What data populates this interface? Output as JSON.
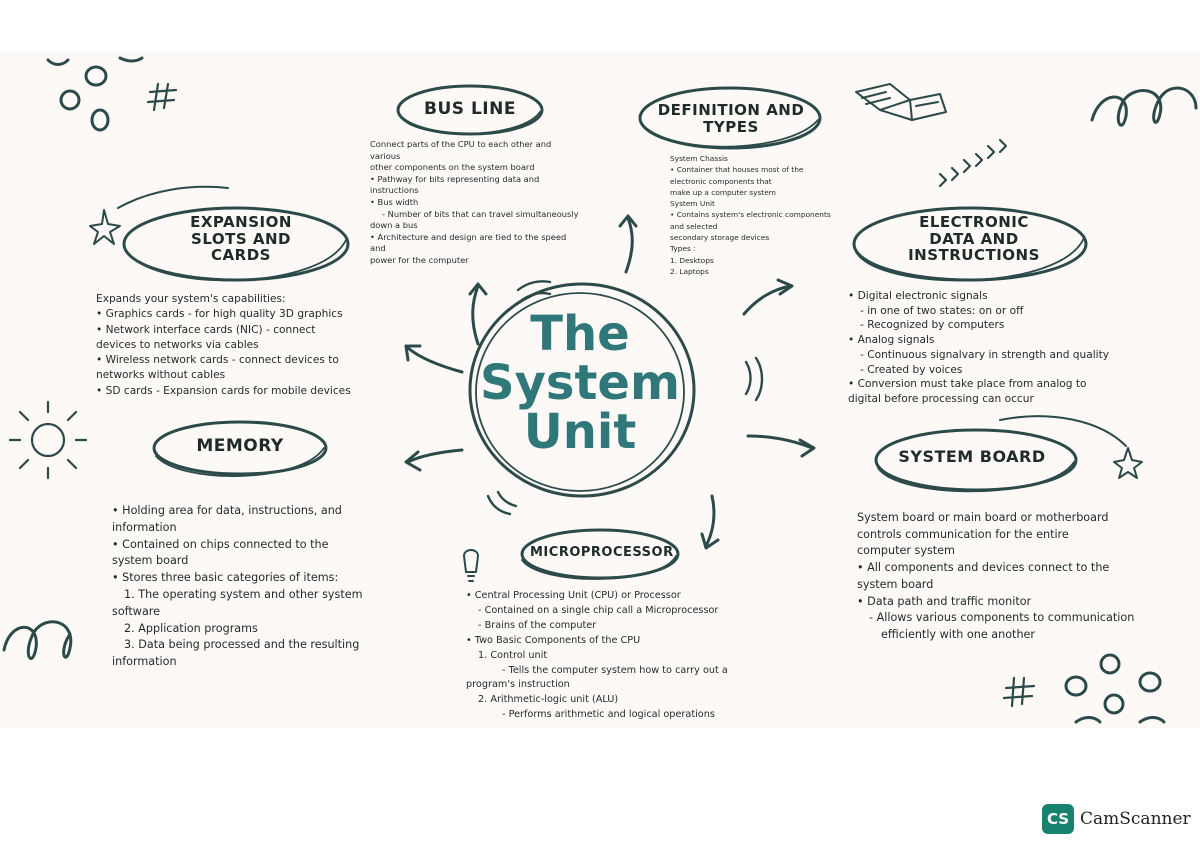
{
  "center": {
    "line1": "The",
    "line2": "System",
    "line3": "Unit"
  },
  "bus_line": {
    "title": "BUS LINE",
    "lines": [
      "Connect parts of the CPU to each other and",
      "various",
      "other components on the system board",
      "• Pathway for bits representing data and",
      "instructions",
      "• Bus width",
      "- Number of bits that can travel simultaneously",
      "down a bus",
      "• Architecture and design are tied to the speed",
      "and",
      "power for the computer"
    ]
  },
  "definition": {
    "title_line1": "DEFINITION AND",
    "title_line2": "TYPES",
    "lines": [
      "System Chassis",
      "• Container that houses most of the",
      "electronic components that",
      "make up a computer system",
      "System Unit",
      "• Contains system's electronic components",
      "and selected",
      "secondary storage devices",
      "Types :",
      "1. Desktops",
      "2. Laptops"
    ]
  },
  "expansion": {
    "title_line1": "EXPANSION",
    "title_line2": "SLOTS AND",
    "title_line3": "CARDS",
    "lines": [
      "Expands your system's capabilities:",
      "• Graphics cards - for high quality 3D graphics",
      "• Network interface cards (NIC) - connect",
      "devices to networks via cables",
      "• Wireless network cards - connect devices to",
      "networks without cables",
      "• SD cards - Expansion cards for mobile devices"
    ]
  },
  "electronic": {
    "title_line1": "ELECTRONIC",
    "title_line2": "DATA AND",
    "title_line3": "INSTRUCTIONS",
    "lines": [
      "• Digital electronic signals",
      "- in one of two states: on or off",
      "- Recognized by computers",
      "• Analog signals",
      "- Continuous signalvary in strength and quality",
      "- Created by voices",
      "• Conversion must take place from analog to",
      "digital before processing can occur"
    ]
  },
  "memory": {
    "title": "MEMORY",
    "lines": [
      "• Holding area for data, instructions, and",
      "information",
      "• Contained on chips connected to the",
      "system board",
      "• Stores three basic categories of items:",
      "1. The operating system and other system",
      "software",
      "2. Application programs",
      "3. Data being processed and the resulting",
      "information"
    ]
  },
  "system_board": {
    "title": "SYSTEM BOARD",
    "lines": [
      "System board or main board or motherboard",
      "controls communication for the entire",
      "computer system",
      "• All components and devices connect to the",
      "system board",
      "• Data path and traffic monitor",
      "- Allows various components to communication",
      "efficiently with one another"
    ]
  },
  "microprocessor": {
    "title": "MICROPROCESSOR",
    "lines": [
      "• Central Processing Unit (CPU) or Processor",
      "- Contained on a single chip call a Microprocessor",
      "- Brains of the computer",
      "• Two Basic Components of the CPU",
      "1. Control unit",
      "- Tells the computer system how to carry out a",
      "program's instruction",
      "2. Arithmetic-logic unit (ALU)",
      "- Performs arithmetic and logical operations"
    ]
  },
  "watermark": {
    "logo": "CS",
    "name": "CamScanner"
  },
  "colors": {
    "ink": "#1f2a2a",
    "title": "#2f7778",
    "decor": "#2d4a4a",
    "logo": "#17836f"
  }
}
